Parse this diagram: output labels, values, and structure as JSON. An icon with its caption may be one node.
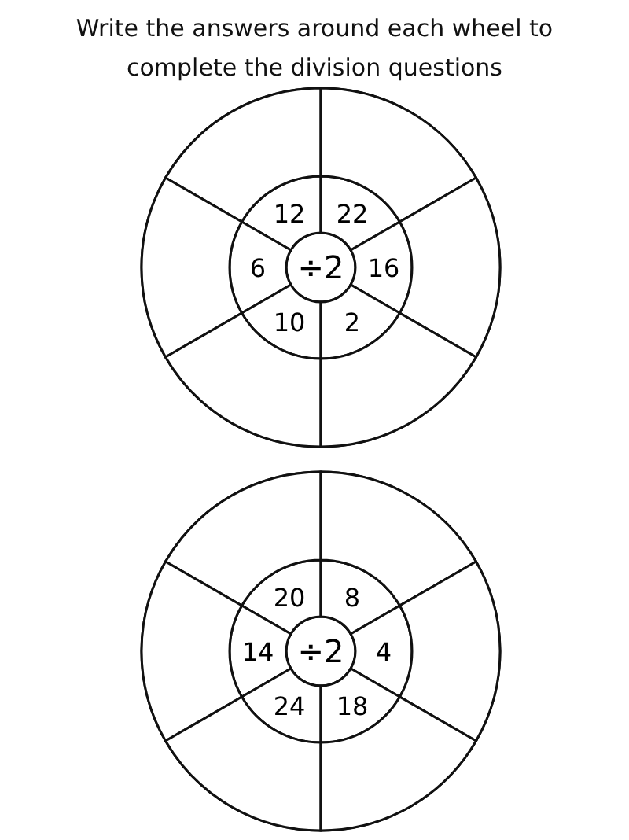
{
  "diagram": {
    "title": "Write the answers around each wheel to complete the division questions",
    "nodes": [
      {
        "text": [],
        "shape": "circle"
      },
      {
        "text": [
          "÷2"
        ],
        "in": 0
      },
      {
        "text": [
          "12"
        ],
        "in": 0
      },
      {
        "text": [
          "22"
        ],
        "in": 0
      },
      {
        "text": [
          "6"
        ],
        "in": 0
      },
      {
        "text": [
          "16"
        ],
        "in": 0
      },
      {
        "text": [
          "10"
        ],
        "in": 0
      },
      {
        "text": [
          "2"
        ],
        "in": 0
      },
      {
        "text": [],
        "shape": "sector",
        "in": 0
      },
      {
        "text": [],
        "shape": "sector",
        "in": 0
      },
      {
        "text": [],
        "shape": "sector",
        "in": 0
      },
      {
        "text": [],
        "shape": "sector",
        "in": 0
      },
      {
        "text": [],
        "shape": "sector",
        "in": 0
      },
      {
        "text": [],
        "shape": "sector",
        "in": 0
      },
      {
        "text": [],
        "shape": "circle"
      },
      {
        "text": [
          "÷2"
        ],
        "in": 14
      },
      {
        "text": [
          "20"
        ],
        "in": 14
      },
      {
        "text": [
          "8"
        ],
        "in": 14
      },
      {
        "text": [
          "14"
        ],
        "in": 14
      },
      {
        "text": [
          "4"
        ],
        "in": 14
      },
      {
        "text": [
          "24"
        ],
        "in": 14
      },
      {
        "text": [
          "18"
        ],
        "in": 14
      },
      {
        "text": [],
        "shape": "sector",
        "in": 14
      },
      {
        "text": [],
        "shape": "sector",
        "in": 14
      },
      {
        "text": [],
        "shape": "sector",
        "in": 14
      },
      {
        "text": [],
        "shape": "sector",
        "in": 14
      },
      {
        "text": [],
        "shape": "sector",
        "in": 14
      },
      {
        "text": [],
        "shape": "sector",
        "in": 14
      }
    ]
  }
}
